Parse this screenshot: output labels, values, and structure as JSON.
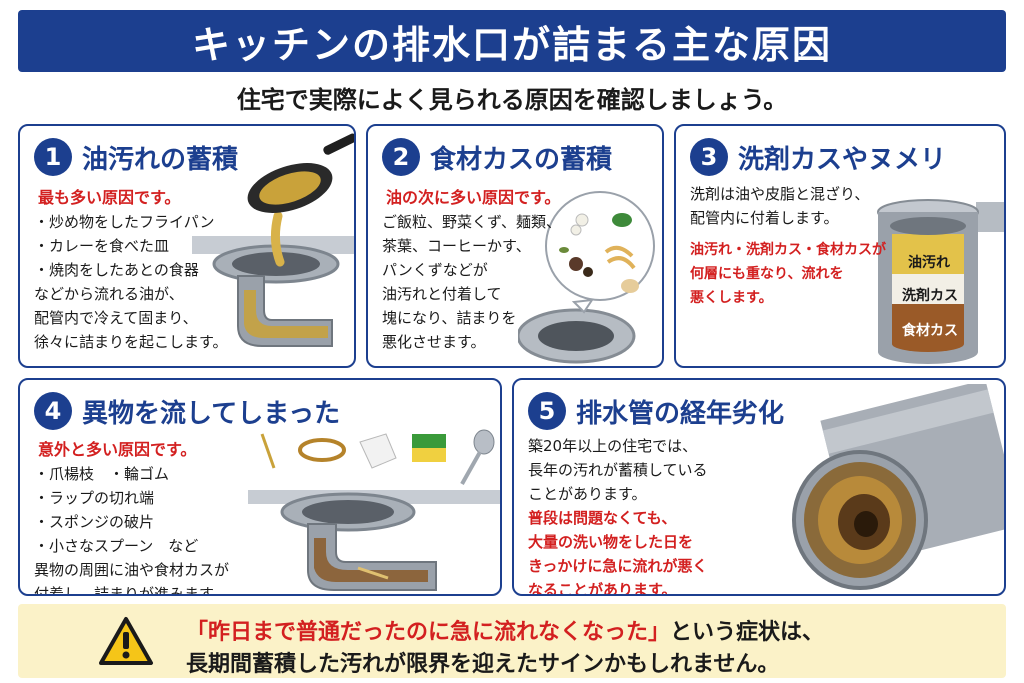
{
  "header": {
    "title": "キッチンの排水口が詰まる主な原因",
    "subtitle": "住宅で実際によく見られる原因を確認しましょう。"
  },
  "causes": [
    {
      "number": "1",
      "title": "油汚れの蓄積",
      "lead": "最も多い原因です。",
      "items": [
        "・炒め物をしたフライパン",
        "・カレーを食べた皿",
        "・焼肉をしたあとの食器"
      ],
      "lines": [
        "などから流れる油が、",
        "配管内で冷えて固まり、",
        "徐々に詰まりを起こします。"
      ]
    },
    {
      "number": "2",
      "title": "食材カスの蓄積",
      "lead": "油の次に多い原因です。",
      "lines": [
        "ご飯粒、野菜くず、麺類、",
        "茶葉、コーヒーかす、",
        "パンくずなどが",
        "油汚れと付着して",
        "塊になり、詰まりを",
        "悪化させます。"
      ]
    },
    {
      "number": "3",
      "title": "洗剤カスやヌメリ",
      "lines": [
        "洗剤は油や皮脂と混ざり、",
        "配管内に付着します。"
      ],
      "red_lines": [
        "油汚れ・洗剤カス・食材カスが",
        "何層にも重なり、流れを",
        "悪くします。"
      ],
      "layers": [
        "油汚れ",
        "洗剤カス",
        "食材カス"
      ]
    },
    {
      "number": "4",
      "title": "異物を流してしまった",
      "lead": "意外と多い原因です。",
      "items": [
        "・爪楊枝　・輪ゴム",
        "・ラップの切れ端",
        "・スポンジの破片",
        "・小さなスプーン　など"
      ],
      "lines": [
        "異物の周囲に油や食材カスが",
        "付着し、詰まりが進みます。"
      ]
    },
    {
      "number": "5",
      "title": "排水管の経年劣化",
      "lines": [
        "築20年以上の住宅では、",
        "長年の汚れが蓄積している",
        "ことがあります。"
      ],
      "red_lines": [
        "普段は問題なくても、",
        "大量の洗い物をした日を",
        "きっかけに急に流れが悪く",
        "なることがあります。"
      ]
    }
  ],
  "footer": {
    "quote": "「昨日まで普通だったのに急に流れなくなった」",
    "line1_rest": "という症状は、",
    "line2": "長期間蓄積した汚れが限界を迎えたサインかもしれません。",
    "icon": "warning-icon"
  },
  "colors": {
    "brand_blue": "#1c3f8f",
    "accent_red": "#d32020",
    "footer_bg": "#fbf2c8",
    "grease": "#c9a23a"
  }
}
